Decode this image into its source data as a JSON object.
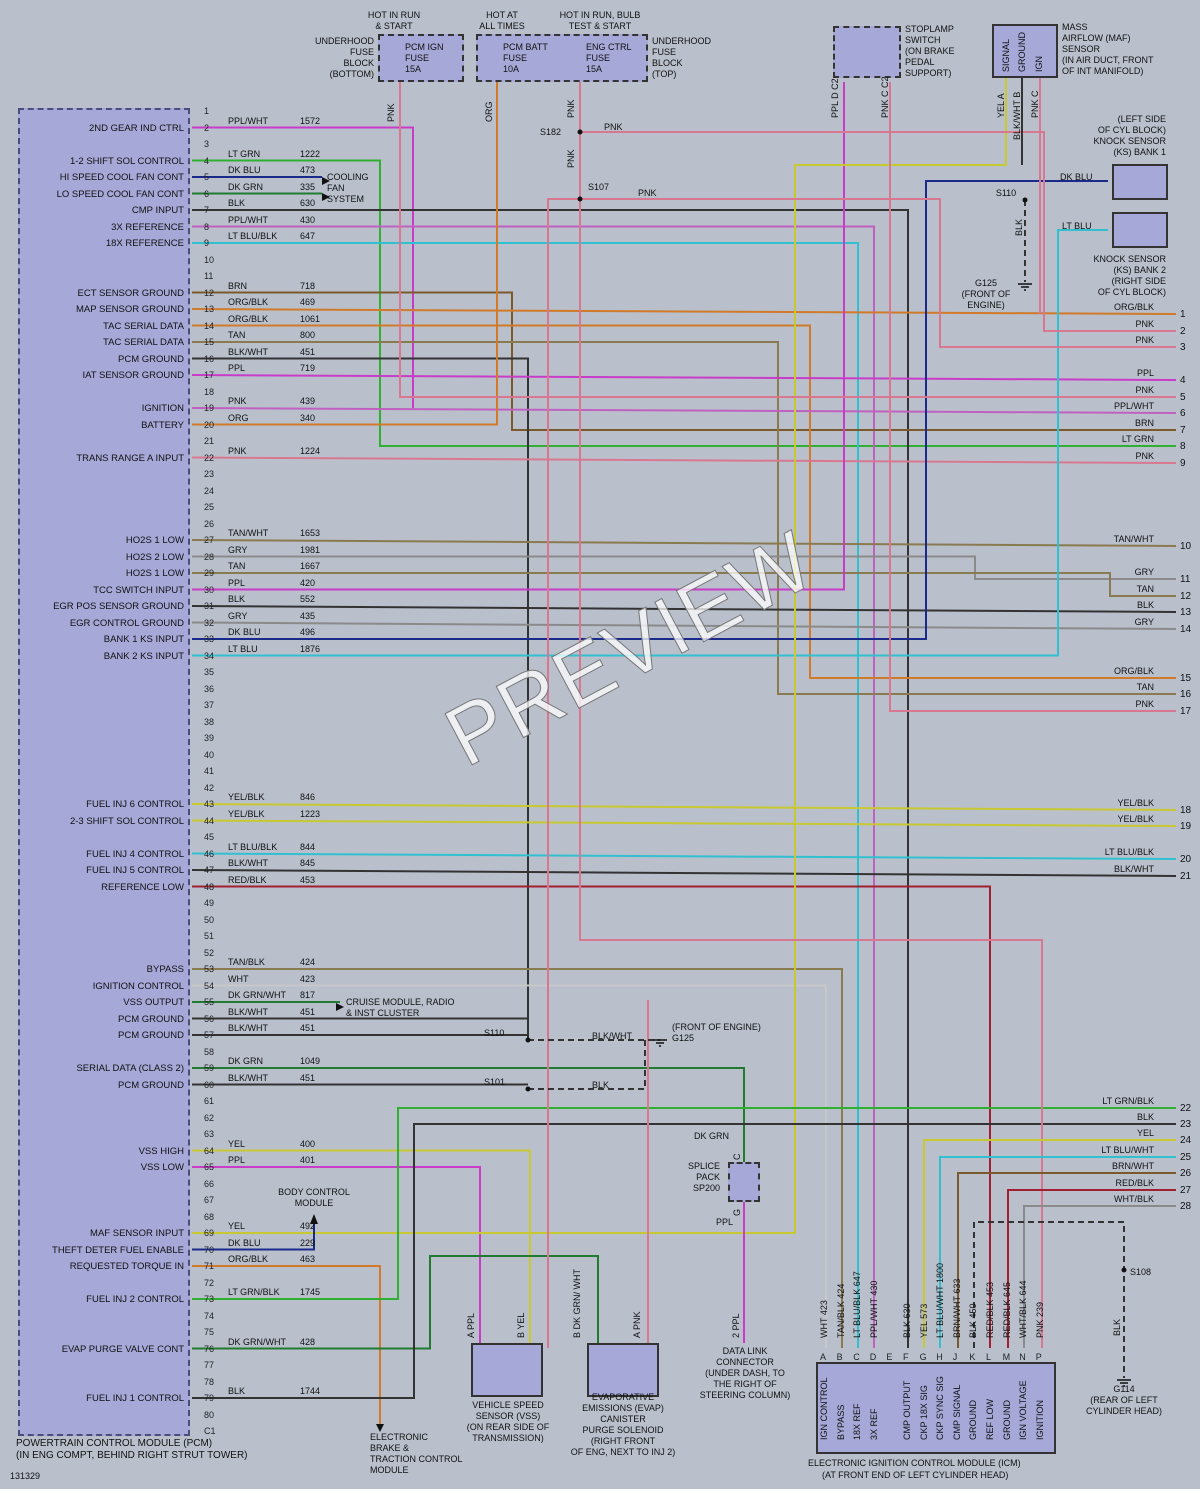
{
  "pcm": {
    "title_line1": "POWERTRAIN CONTROL MODULE (PCM)",
    "title_line2": "(IN ENG COMPT, BEHIND RIGHT STRUT TOWER)",
    "pins": [
      {
        "n": "1",
        "label": "",
        "color": "",
        "circuit": ""
      },
      {
        "n": "2",
        "label": "2ND GEAR IND CTRL",
        "color": "PPL/WHT",
        "circuit": "1572"
      },
      {
        "n": "3",
        "label": "",
        "color": "",
        "circuit": ""
      },
      {
        "n": "4",
        "label": "1-2 SHIFT SOL CONTROL",
        "color": "LT GRN",
        "circuit": "1222"
      },
      {
        "n": "5",
        "label": "HI SPEED COOL FAN CONT",
        "color": "DK BLU",
        "circuit": "473"
      },
      {
        "n": "6",
        "label": "LO SPEED COOL FAN CONT",
        "color": "DK GRN",
        "circuit": "335"
      },
      {
        "n": "7",
        "label": "CMP INPUT",
        "color": "BLK",
        "circuit": "630"
      },
      {
        "n": "8",
        "label": "3X REFERENCE",
        "color": "PPL/WHT",
        "circuit": "430"
      },
      {
        "n": "9",
        "label": "18X REFERENCE",
        "color": "LT BLU/BLK",
        "circuit": "647"
      },
      {
        "n": "10",
        "label": "",
        "color": "",
        "circuit": ""
      },
      {
        "n": "11",
        "label": "",
        "color": "",
        "circuit": ""
      },
      {
        "n": "12",
        "label": "ECT SENSOR GROUND",
        "color": "BRN",
        "circuit": "718"
      },
      {
        "n": "13",
        "label": "MAP SENSOR GROUND",
        "color": "ORG/BLK",
        "circuit": "469"
      },
      {
        "n": "14",
        "label": "TAC SERIAL DATA",
        "color": "ORG/BLK",
        "circuit": "1061"
      },
      {
        "n": "15",
        "label": "TAC SERIAL DATA",
        "color": "TAN",
        "circuit": "800"
      },
      {
        "n": "16",
        "label": "PCM GROUND",
        "color": "BLK/WHT",
        "circuit": "451"
      },
      {
        "n": "17",
        "label": "IAT SENSOR GROUND",
        "color": "PPL",
        "circuit": "719"
      },
      {
        "n": "18",
        "label": "",
        "color": "",
        "circuit": ""
      },
      {
        "n": "19",
        "label": "IGNITION",
        "color": "PNK",
        "circuit": "439"
      },
      {
        "n": "20",
        "label": "BATTERY",
        "color": "ORG",
        "circuit": "340"
      },
      {
        "n": "21",
        "label": "",
        "color": "",
        "circuit": ""
      },
      {
        "n": "22",
        "label": "TRANS RANGE A INPUT",
        "color": "PNK",
        "circuit": "1224"
      },
      {
        "n": "23",
        "label": "",
        "color": "",
        "circuit": ""
      },
      {
        "n": "24",
        "label": "",
        "color": "",
        "circuit": ""
      },
      {
        "n": "25",
        "label": "",
        "color": "",
        "circuit": ""
      },
      {
        "n": "26",
        "label": "",
        "color": "",
        "circuit": ""
      },
      {
        "n": "27",
        "label": "HO2S 1 LOW",
        "color": "TAN/WHT",
        "circuit": "1653"
      },
      {
        "n": "28",
        "label": "HO2S 2 LOW",
        "color": "GRY",
        "circuit": "1981"
      },
      {
        "n": "29",
        "label": "HO2S 1 LOW",
        "color": "TAN",
        "circuit": "1667"
      },
      {
        "n": "30",
        "label": "TCC SWITCH INPUT",
        "color": "PPL",
        "circuit": "420"
      },
      {
        "n": "31",
        "label": "EGR POS SENSOR GROUND",
        "color": "BLK",
        "circuit": "552"
      },
      {
        "n": "32",
        "label": "EGR CONTROL GROUND",
        "color": "GRY",
        "circuit": "435"
      },
      {
        "n": "33",
        "label": "BANK 1 KS INPUT",
        "color": "DK BLU",
        "circuit": "496"
      },
      {
        "n": "34",
        "label": "BANK 2 KS INPUT",
        "color": "LT BLU",
        "circuit": "1876"
      },
      {
        "n": "35",
        "label": "",
        "color": "",
        "circuit": ""
      },
      {
        "n": "36",
        "label": "",
        "color": "",
        "circuit": ""
      },
      {
        "n": "37",
        "label": "",
        "color": "",
        "circuit": ""
      },
      {
        "n": "38",
        "label": "",
        "color": "",
        "circuit": ""
      },
      {
        "n": "39",
        "label": "",
        "color": "",
        "circuit": ""
      },
      {
        "n": "40",
        "label": "",
        "color": "",
        "circuit": ""
      },
      {
        "n": "41",
        "label": "",
        "color": "",
        "circuit": ""
      },
      {
        "n": "42",
        "label": "",
        "color": "",
        "circuit": ""
      },
      {
        "n": "43",
        "label": "FUEL INJ 6 CONTROL",
        "color": "YEL/BLK",
        "circuit": "846"
      },
      {
        "n": "44",
        "label": "2-3 SHIFT SOL CONTROL",
        "color": "YEL/BLK",
        "circuit": "1223"
      },
      {
        "n": "45",
        "label": "",
        "color": "",
        "circuit": ""
      },
      {
        "n": "46",
        "label": "FUEL INJ 4 CONTROL",
        "color": "LT BLU/BLK",
        "circuit": "844"
      },
      {
        "n": "47",
        "label": "FUEL INJ 5 CONTROL",
        "color": "BLK/WHT",
        "circuit": "845"
      },
      {
        "n": "48",
        "label": "REFERENCE LOW",
        "color": "RED/BLK",
        "circuit": "453"
      },
      {
        "n": "49",
        "label": "",
        "color": "",
        "circuit": ""
      },
      {
        "n": "50",
        "label": "",
        "color": "",
        "circuit": ""
      },
      {
        "n": "51",
        "label": "",
        "color": "",
        "circuit": ""
      },
      {
        "n": "52",
        "label": "",
        "color": "",
        "circuit": ""
      },
      {
        "n": "53",
        "label": "BYPASS",
        "color": "TAN/BLK",
        "circuit": "424"
      },
      {
        "n": "54",
        "label": "IGNITION CONTROL",
        "color": "WHT",
        "circuit": "423"
      },
      {
        "n": "55",
        "label": "VSS OUTPUT",
        "color": "DK GRN/WHT",
        "circuit": "817"
      },
      {
        "n": "56",
        "label": "PCM GROUND",
        "color": "BLK/WHT",
        "circuit": "451"
      },
      {
        "n": "57",
        "label": "PCM GROUND",
        "color": "BLK/WHT",
        "circuit": "451"
      },
      {
        "n": "58",
        "label": "",
        "color": "",
        "circuit": ""
      },
      {
        "n": "59",
        "label": "SERIAL DATA (CLASS 2)",
        "color": "DK GRN",
        "circuit": "1049"
      },
      {
        "n": "60",
        "label": "PCM GROUND",
        "color": "BLK/WHT",
        "circuit": "451"
      },
      {
        "n": "61",
        "label": "",
        "color": "",
        "circuit": ""
      },
      {
        "n": "62",
        "label": "",
        "color": "",
        "circuit": ""
      },
      {
        "n": "63",
        "label": "",
        "color": "",
        "circuit": ""
      },
      {
        "n": "64",
        "label": "VSS HIGH",
        "color": "YEL",
        "circuit": "400"
      },
      {
        "n": "65",
        "label": "VSS LOW",
        "color": "PPL",
        "circuit": "401"
      },
      {
        "n": "66",
        "label": "",
        "color": "",
        "circuit": ""
      },
      {
        "n": "67",
        "label": "",
        "color": "",
        "circuit": ""
      },
      {
        "n": "68",
        "label": "",
        "color": "",
        "circuit": ""
      },
      {
        "n": "69",
        "label": "MAF SENSOR INPUT",
        "color": "YEL",
        "circuit": "492"
      },
      {
        "n": "70",
        "label": "THEFT DETER FUEL ENABLE",
        "color": "DK BLU",
        "circuit": "229"
      },
      {
        "n": "71",
        "label": "REQUESTED TORQUE IN",
        "color": "ORG/BLK",
        "circuit": "463"
      },
      {
        "n": "72",
        "label": "",
        "color": "",
        "circuit": ""
      },
      {
        "n": "73",
        "label": "FUEL INJ 2 CONTROL",
        "color": "LT GRN/BLK",
        "circuit": "1745"
      },
      {
        "n": "74",
        "label": "",
        "color": "",
        "circuit": ""
      },
      {
        "n": "75",
        "label": "",
        "color": "",
        "circuit": ""
      },
      {
        "n": "76",
        "label": "EVAP PURGE VALVE CONT",
        "color": "DK GRN/WHT",
        "circuit": "428"
      },
      {
        "n": "77",
        "label": "",
        "color": "",
        "circuit": ""
      },
      {
        "n": "78",
        "label": "",
        "color": "",
        "circuit": ""
      },
      {
        "n": "79",
        "label": "FUEL INJ 1 CONTROL",
        "color": "BLK",
        "circuit": "1744"
      },
      {
        "n": "80",
        "label": "",
        "color": "",
        "circuit": ""
      },
      {
        "n": "C1",
        "label": "",
        "color": "",
        "circuit": ""
      }
    ]
  },
  "fuses": {
    "hdr_run_start": "HOT IN RUN\n& START",
    "hdr_all_times": "HOT AT\nALL TIMES",
    "hdr_run_bulb": "HOT IN RUN, BULB\nTEST & START",
    "block_bottom": "UNDERHOOD\nFUSE\nBLOCK\n(BOTTOM)",
    "block_top": "UNDERHOOD\nFUSE\nBLOCK\n(TOP)",
    "pcm_ign": "PCM IGN\nFUSE\n15A",
    "pcm_batt": "PCM BATT\nFUSE\n10A",
    "eng_ctrl": "ENG CTRL\nFUSE\n15A"
  },
  "stoplamp": {
    "label": "STOPLAMP\nSWITCH\n(ON BRAKE\nPEDAL\nSUPPORT)",
    "pin_d": "D",
    "pin_c": "C",
    "c2a": "C2",
    "c2b": "C2",
    "wire_d": "PPL",
    "wire_c": "PNK"
  },
  "maf": {
    "label": "MASS\nAIRFLOW (MAF)\nSENSOR\n(IN AIR DUCT, FRONT\nOF INT MANIFOLD)",
    "pins": [
      "SIGNAL",
      "GROUND",
      "IGN"
    ],
    "letters": [
      "A",
      "B",
      "C"
    ],
    "wires": [
      "YEL",
      "BLK/WHT",
      "PNK"
    ]
  },
  "knock": {
    "bank1": "(LEFT SIDE\nOF CYL BLOCK)\nKNOCK SENSOR\n(KS) BANK 1",
    "bank2": "KNOCK SENSOR\n(KS) BANK 2\n(RIGHT SIDE\nOF CYL BLOCK)",
    "wire1": "DK BLU",
    "wire2": "LT BLU",
    "pin": "1"
  },
  "splices": {
    "s182": "S182",
    "s107": "S107",
    "s110_top": "S110",
    "s110": "S110",
    "s101": "S101",
    "s108": "S108",
    "pnk": "PNK",
    "blk": "BLK",
    "blkwht": "BLK/WHT"
  },
  "grounds": {
    "g125_top": "G125\n(FRONT OF\nENGINE)",
    "g125_mid": "(FRONT OF ENGINE)\nG125",
    "g114": "G114\n(REAR OF LEFT\nCYLINDER HEAD)"
  },
  "cool_fan": "COOLING\nFAN\nSYSTEM",
  "cruise": "CRUISE MODULE, RADIO\n& INST CLUSTER",
  "bcm": "BODY CONTROL\nMODULE",
  "ebtcm": "ELECTRONIC\nBRAKE &\nTRACTION CONTROL\nMODULE",
  "vss": {
    "label": "VEHICLE SPEED\nSENSOR (VSS)\n(ON REAR SIDE OF\nTRANSMISSION)",
    "wire_a": "PPL",
    "wire_b": "YEL",
    "pin_a": "A",
    "pin_b": "B"
  },
  "evap": {
    "label": "EVAPORATIVE\nEMISSIONS (EVAP)\nCANISTER\nPURGE SOLENOID\n(RIGHT FRONT\nOF ENG, NEXT TO INJ 2)",
    "wire_b": "DK GRN/\nWHT",
    "wire_a": "PNK",
    "pin_a": "A",
    "pin_b": "B"
  },
  "dlc": {
    "label": "DATA LINK\nCONNECTOR\n(UNDER DASH, TO\nTHE RIGHT OF\nSTEERING COLUMN)",
    "wire": "PPL",
    "pin": "2"
  },
  "splice_pack": {
    "label": "SPLICE\nPACK\nSP200",
    "top": "DK GRN",
    "bottom": "PPL",
    "pin_c": "C",
    "pin_g": "G"
  },
  "icm": {
    "title_line1": "ELECTRONIC IGNITION CONTROL MODULE (ICM)",
    "title_line2": "(AT FRONT END OF LEFT CYLINDER HEAD)",
    "pins": [
      {
        "letter": "A",
        "label": "IGN CONTROL",
        "wire": "WHT",
        "circuit": "423"
      },
      {
        "letter": "B",
        "label": "BYPASS",
        "wire": "TAN/BLK",
        "circuit": "424"
      },
      {
        "letter": "C",
        "label": "18X REF",
        "wire": "LT BLU/BLK",
        "circuit": "647"
      },
      {
        "letter": "D",
        "label": "3X REF",
        "wire": "PPL/WHT",
        "circuit": "430"
      },
      {
        "letter": "E",
        "label": "",
        "wire": "",
        "circuit": ""
      },
      {
        "letter": "F",
        "label": "CMP OUTPUT",
        "wire": "BLK",
        "circuit": "630"
      },
      {
        "letter": "G",
        "label": "CKP 18X SIG",
        "wire": "YEL",
        "circuit": "573"
      },
      {
        "letter": "H",
        "label": "CKP SYNC SIG",
        "wire": "LT BLU/WHT",
        "circuit": "1800"
      },
      {
        "letter": "J",
        "label": "CMP SIGNAL",
        "wire": "BRN/WHT",
        "circuit": "633"
      },
      {
        "letter": "K",
        "label": "GROUND",
        "wire": "BLK",
        "circuit": "450"
      },
      {
        "letter": "L",
        "label": "REF LOW",
        "wire": "RED/BLK",
        "circuit": "453"
      },
      {
        "letter": "M",
        "label": "GROUND",
        "wire": "RED/BLK",
        "circuit": "645"
      },
      {
        "letter": "N",
        "label": "IGN VOLTAGE",
        "wire": "WHT/BLK",
        "circuit": "644"
      },
      {
        "letter": "P",
        "label": "IGNITION",
        "wire": "PNK",
        "circuit": "239"
      }
    ]
  },
  "right_ends": [
    {
      "n": "1",
      "wire": "ORG/BLK"
    },
    {
      "n": "2",
      "wire": "PNK"
    },
    {
      "n": "3",
      "wire": "PNK"
    },
    {
      "n": "4",
      "wire": "PPL"
    },
    {
      "n": "5",
      "wire": "PNK"
    },
    {
      "n": "6",
      "wire": "PPL/WHT"
    },
    {
      "n": "7",
      "wire": "BRN"
    },
    {
      "n": "8",
      "wire": "LT GRN"
    },
    {
      "n": "9",
      "wire": "PNK"
    },
    {
      "n": "10",
      "wire": "TAN/WHT"
    },
    {
      "n": "11",
      "wire": "GRY"
    },
    {
      "n": "12",
      "wire": "TAN"
    },
    {
      "n": "13",
      "wire": "BLK"
    },
    {
      "n": "14",
      "wire": "GRY"
    },
    {
      "n": "15",
      "wire": "ORG/BLK"
    },
    {
      "n": "16",
      "wire": "TAN"
    },
    {
      "n": "17",
      "wire": "PNK"
    },
    {
      "n": "18",
      "wire": "YEL/BLK"
    },
    {
      "n": "19",
      "wire": "YEL/BLK"
    },
    {
      "n": "20",
      "wire": "LT BLU/BLK"
    },
    {
      "n": "21",
      "wire": "BLK/WHT"
    },
    {
      "n": "22",
      "wire": "LT GRN/BLK"
    },
    {
      "n": "23",
      "wire": "BLK"
    },
    {
      "n": "24",
      "wire": "YEL"
    },
    {
      "n": "25",
      "wire": "LT BLU/WHT"
    },
    {
      "n": "26",
      "wire": "BRN/WHT"
    },
    {
      "n": "27",
      "wire": "RED/BLK"
    },
    {
      "n": "28",
      "wire": "WHT/BLK"
    }
  ],
  "fig_id": "131329",
  "watermark": "PREVIEW",
  "colors": {
    "PPL": "#c83cc8",
    "PNK": "#d87890",
    "ORG": "#d07a2a",
    "BRN": "#7a5a2a",
    "TAN": "#8a7a50",
    "BLK": "#333333",
    "GRY": "#8a8a8a",
    "YEL": "#c8c830",
    "LTGRN": "#30b030",
    "DKGRN": "#207a30",
    "DKBLU": "#1a2a8a",
    "LTBLU": "#30c0d0",
    "RED": "#a02030",
    "WHT": "#dddddd"
  }
}
